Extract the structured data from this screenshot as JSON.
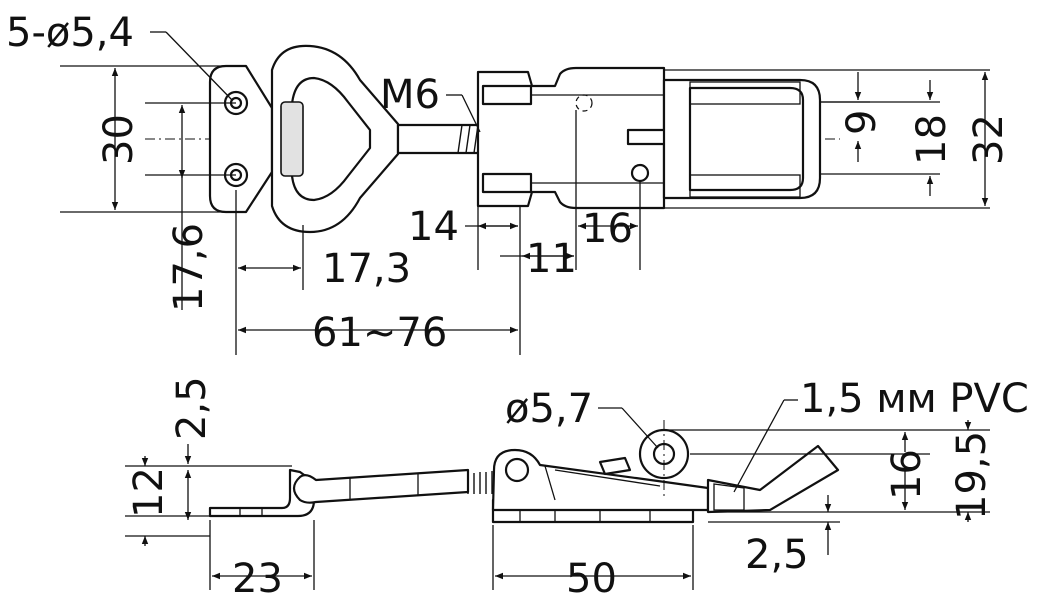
{
  "top_view": {
    "holes_label": "5-ø5,4",
    "thread_label": "M6",
    "dim_30": "30",
    "dim_17_6": "17,6",
    "dim_17_3": "17,3",
    "dim_61_76": "61~76",
    "dim_14": "14",
    "dim_11": "11",
    "dim_16": "16",
    "dim_9": "9",
    "dim_18": "18",
    "dim_32": "32"
  },
  "side_view": {
    "dim_2_5_top": "2,5",
    "dim_12": "12",
    "dim_23": "23",
    "pin_label": "ø5,7",
    "pvc_label": "1,5 мм PVC",
    "dim_50": "50",
    "dim_16": "16",
    "dim_19_5": "19,5",
    "dim_2_5_bottom": "2,5"
  }
}
